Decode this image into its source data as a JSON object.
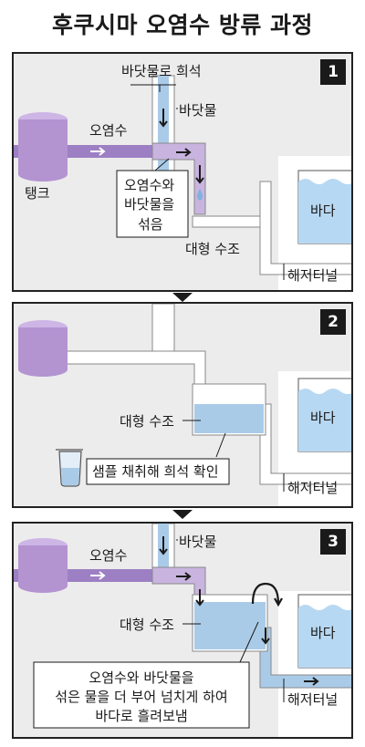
{
  "title": "후쿠시마 오염수 방류 과정",
  "panels": [
    {
      "number": "1",
      "labels": {
        "dilution": "바닷물로 희석",
        "seawater": "바닷물",
        "contaminated_water": "오염수",
        "tank": "탱크",
        "mix_line1": "오염수와",
        "mix_line2": "바닷물을",
        "mix_line3": "섞음",
        "large_tank": "대형 수조",
        "sea": "바다",
        "undersea_tunnel": "해저터널"
      }
    },
    {
      "number": "2",
      "labels": {
        "large_tank": "대형 수조",
        "sample": "샘플 채취해 희석 확인",
        "sea": "바다",
        "undersea_tunnel": "해저터널"
      }
    },
    {
      "number": "3",
      "labels": {
        "seawater": "바닷물",
        "contaminated_water": "오염수",
        "large_tank": "대형 수조",
        "sea": "바다",
        "undersea_tunnel": "해저터널",
        "overflow_line1": "오염수와 바닷물을",
        "overflow_line2": "섞은 물을 더 부어 넘치게 하여",
        "overflow_line3": "바다로 흘려보냄"
      }
    }
  ],
  "colors": {
    "panel_bg": "#ececec",
    "tank_purple": "#b493d1",
    "pipe_purple": "#9d7fc4",
    "water_blue": "#aacbe8",
    "sea_blue": "#b7d8f2",
    "pipe_white": "#ffffff"
  }
}
